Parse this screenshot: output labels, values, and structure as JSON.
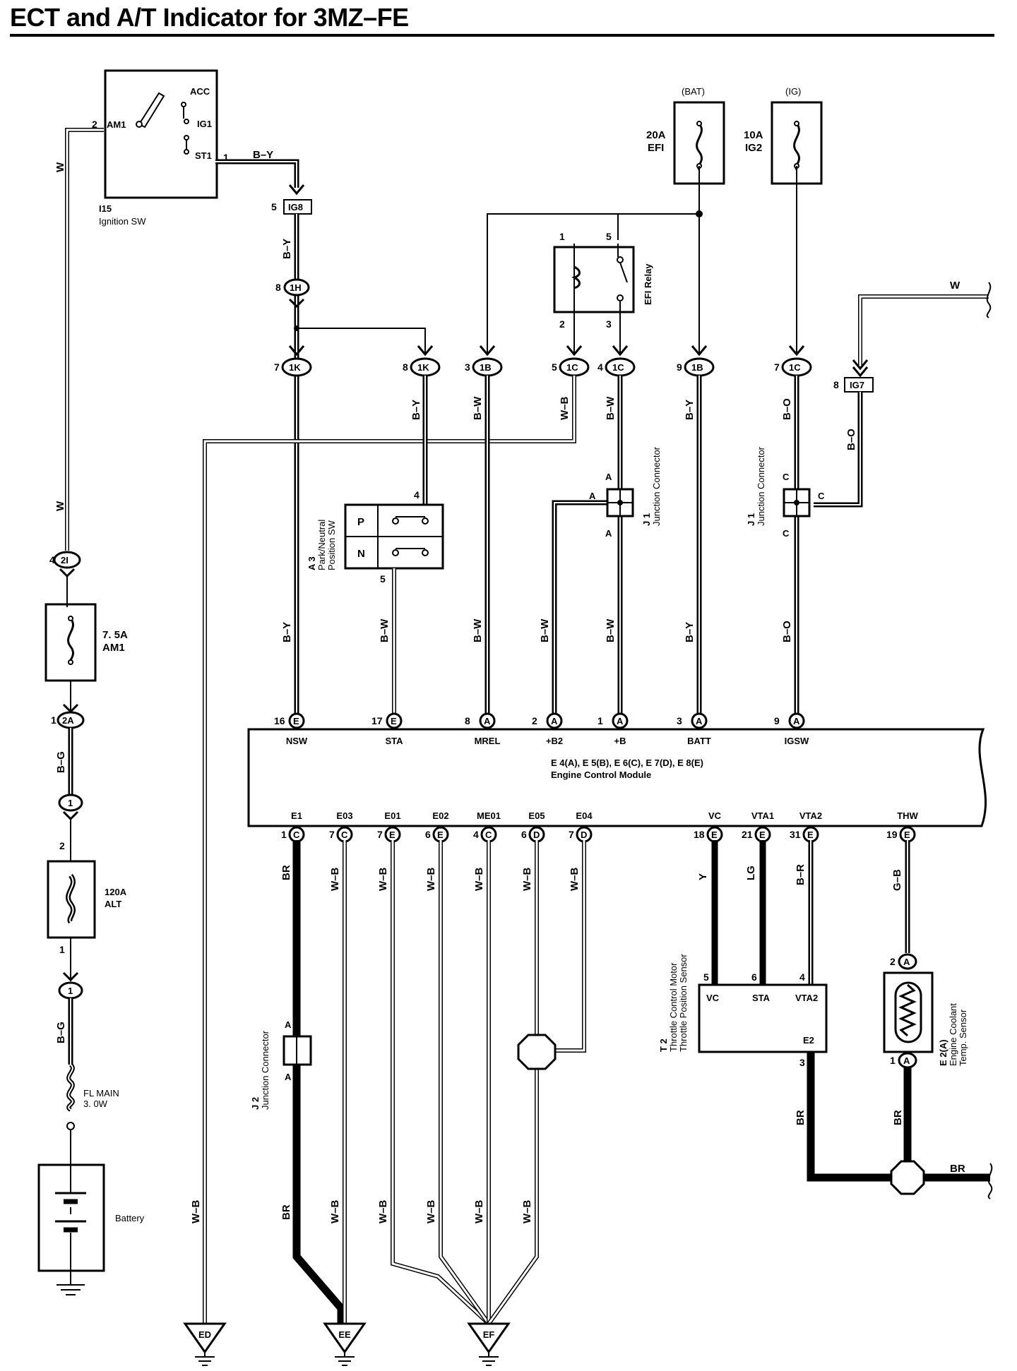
{
  "title": "ECT and A/T Indicator for 3MZ–FE",
  "components": {
    "ignition_sw": {
      "code": "I15",
      "name": "Ignition SW",
      "terminals": [
        "AM1",
        "ACC",
        "IG1",
        "ST1"
      ],
      "pins": [
        "2",
        "1"
      ]
    },
    "fuse_bat": {
      "source": "(BAT)",
      "rating": "20A",
      "name": "EFI"
    },
    "fuse_ig": {
      "source": "(IG)",
      "rating": "10A",
      "name": "IG2"
    },
    "efi_relay": {
      "name": "EFI Relay",
      "pins": [
        "1",
        "5",
        "2",
        "3"
      ]
    },
    "park_neutral": {
      "code": "A 3",
      "name1": "Park/Neutral",
      "name2": "Position SW",
      "positions": [
        "P",
        "N"
      ],
      "pins": [
        "4",
        "5"
      ]
    },
    "jc_j1_a": {
      "code": "J 1",
      "name": "Junction Connector",
      "letters": [
        "A",
        "A",
        "A"
      ]
    },
    "jc_j1_c": {
      "code": "J 1",
      "name": "Junction Connector",
      "letters": [
        "C",
        "C",
        "C"
      ]
    },
    "fuse_am1": {
      "rating": "7. 5A",
      "name": "AM1"
    },
    "fuse_alt": {
      "rating": "120A",
      "name": "ALT",
      "pins": [
        "2",
        "1"
      ]
    },
    "fl_main": {
      "name": "FL MAIN",
      "rating": "3. 0W"
    },
    "battery": {
      "name": "Battery"
    },
    "ecm": {
      "codes": "E 4(A), E 5(B), E 6(C), E 7(D), E 8(E)",
      "name": "Engine Control Module"
    },
    "jc_j2": {
      "code": "J 2",
      "name": "Junction Connector",
      "letters": [
        "A",
        "A"
      ]
    },
    "throttle": {
      "code": "T 2",
      "name1": "Throttle Control Motor",
      "name2": "Throttle Position Sensor",
      "terminals": [
        "VC",
        "STA",
        "VTA2",
        "E2"
      ],
      "pins": [
        "5",
        "6",
        "4",
        "3"
      ]
    },
    "coolant": {
      "code": "E 2(A)",
      "name1": "Engine Coolant",
      "name2": "Temp. Sensor",
      "pins": [
        "2",
        "1"
      ],
      "letters": [
        "A",
        "A"
      ]
    }
  },
  "connectors": {
    "ig8": {
      "pin": "5",
      "code": "IG8"
    },
    "c1h": {
      "pin": "8",
      "code": "1H"
    },
    "ig7": {
      "pin": "8",
      "code": "IG7"
    },
    "c2i": {
      "pin": "4",
      "code": "2I"
    },
    "c2a": {
      "pin": "1",
      "code": "2A"
    },
    "c1a": {
      "code": "1"
    },
    "c1b": {
      "code": "1"
    },
    "row_j": [
      {
        "pin": "7",
        "code": "1K"
      },
      {
        "pin": "8",
        "code": "1K"
      },
      {
        "pin": "3",
        "code": "1B"
      },
      {
        "pin": "5",
        "code": "1C"
      },
      {
        "pin": "4",
        "code": "1C"
      },
      {
        "pin": "9",
        "code": "1B"
      },
      {
        "pin": "7",
        "code": "1C"
      }
    ]
  },
  "ecm_top_terminals": [
    {
      "pin": "16",
      "letter": "E",
      "name": "NSW"
    },
    {
      "pin": "17",
      "letter": "E",
      "name": "STA"
    },
    {
      "pin": "8",
      "letter": "A",
      "name": "MREL"
    },
    {
      "pin": "2",
      "letter": "A",
      "name": "+B2"
    },
    {
      "pin": "1",
      "letter": "A",
      "name": "+B"
    },
    {
      "pin": "3",
      "letter": "A",
      "name": "BATT"
    },
    {
      "pin": "9",
      "letter": "A",
      "name": "IGSW"
    }
  ],
  "ecm_bottom_terminals": [
    {
      "pin": "1",
      "letter": "C",
      "name": "E1"
    },
    {
      "pin": "7",
      "letter": "C",
      "name": "E03"
    },
    {
      "pin": "7",
      "letter": "E",
      "name": "E01"
    },
    {
      "pin": "6",
      "letter": "E",
      "name": "E02"
    },
    {
      "pin": "4",
      "letter": "C",
      "name": "ME01"
    },
    {
      "pin": "6",
      "letter": "D",
      "name": "E05"
    },
    {
      "pin": "7",
      "letter": "D",
      "name": "E04"
    },
    {
      "pin": "18",
      "letter": "E",
      "name": "VC"
    },
    {
      "pin": "21",
      "letter": "E",
      "name": "VTA1"
    },
    {
      "pin": "31",
      "letter": "E",
      "name": "VTA2"
    },
    {
      "pin": "19",
      "letter": "E",
      "name": "THW"
    }
  ],
  "wire_colors": {
    "w": "W",
    "by": "B–Y",
    "bw": "B–W",
    "wb": "W–B",
    "bo": "B–O",
    "bg": "B–G",
    "br": "BR",
    "y": "Y",
    "lg": "LG",
    "b_r": "B–R",
    "gb": "G–B"
  },
  "grounds": [
    "ED",
    "EE",
    "EF"
  ]
}
